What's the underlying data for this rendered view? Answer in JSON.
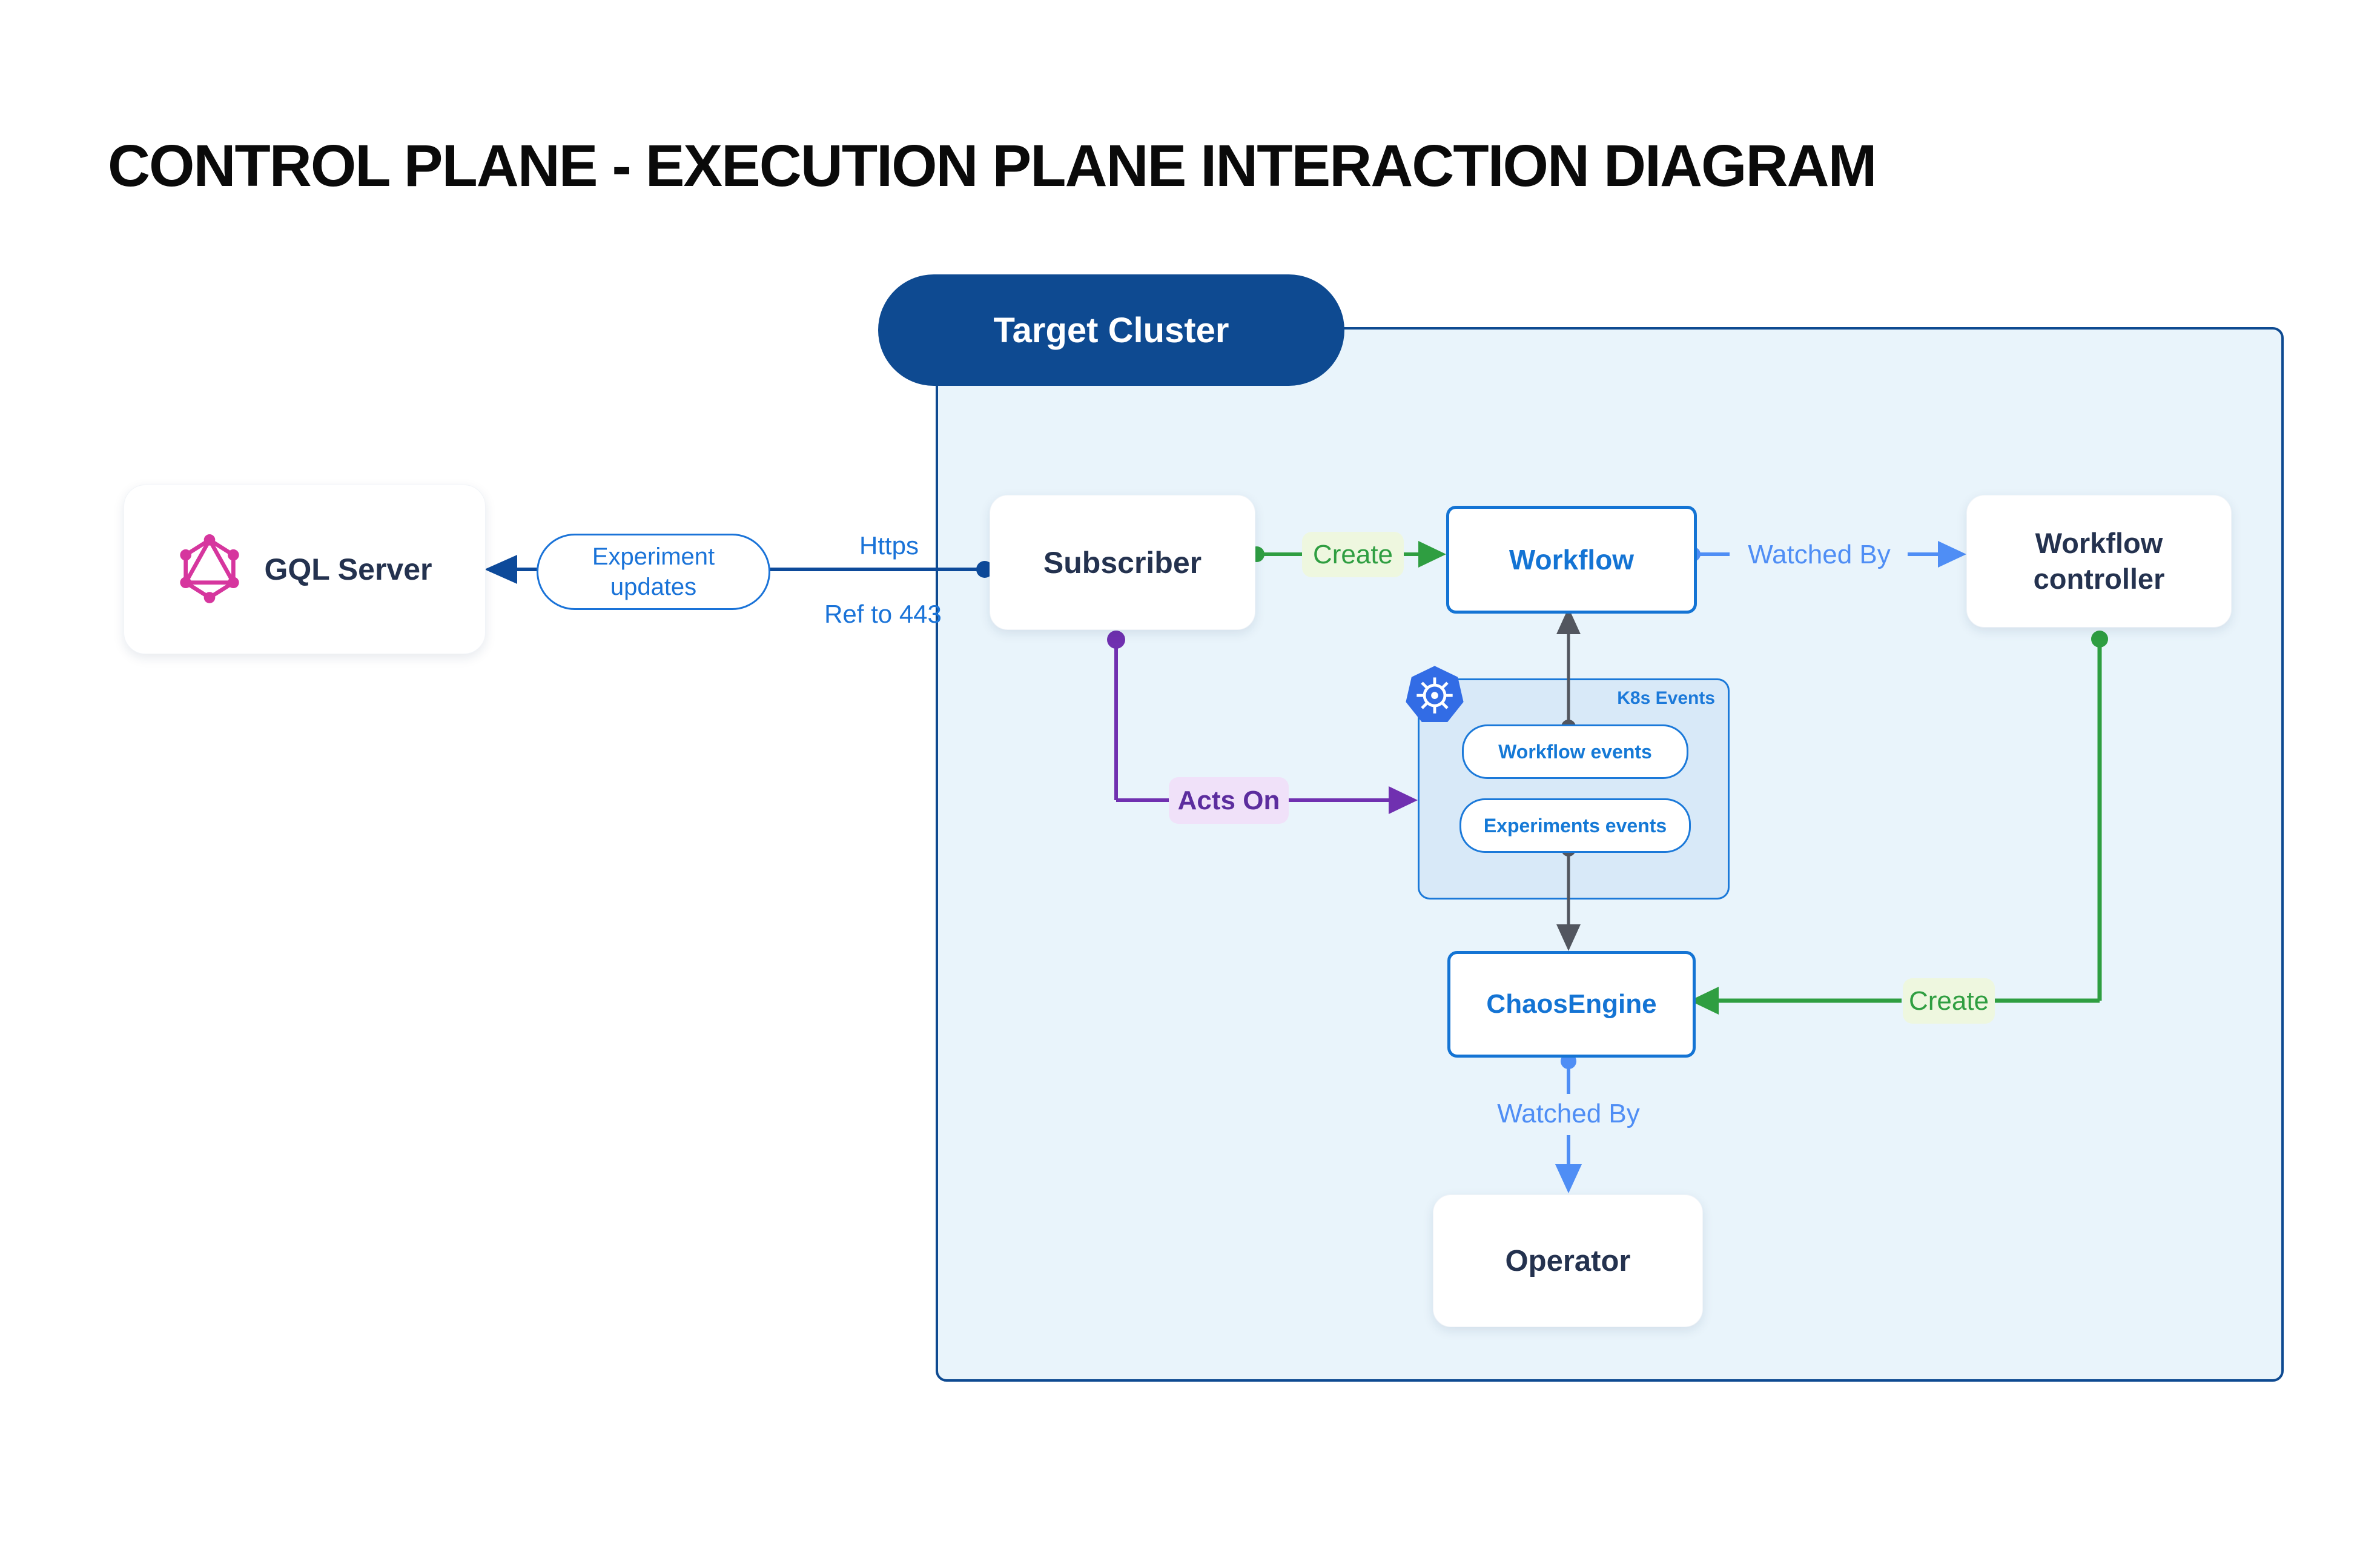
{
  "title": "CONTROL PLANE - EXECUTION PLANE INTERACTION DIAGRAM",
  "target_cluster": {
    "label": "Target Cluster"
  },
  "nodes": {
    "gql_server": {
      "label": "GQL Server",
      "icon": "graphql-logo"
    },
    "subscriber": {
      "label": "Subscriber"
    },
    "workflow": {
      "label": "Workflow"
    },
    "workflow_controller": {
      "label": "Workflow controller"
    },
    "chaos_engine": {
      "label": "ChaosEngine"
    },
    "operator": {
      "label": "Operator"
    }
  },
  "k8s_events": {
    "label": "K8s Events",
    "icon": "kubernetes-logo",
    "pills": [
      "Workflow events",
      "Experiments events"
    ]
  },
  "edges": {
    "experiment_updates": "Experiment updates",
    "https": "Https",
    "ref_port": "Ref to 443",
    "create_workflow": "Create",
    "watched_by_workflow": "Watched By",
    "acts_on": "Acts On",
    "create_chaos": "Create",
    "watched_by_operator": "Watched By"
  },
  "colors": {
    "dark_blue": "#0e4a91",
    "bright_blue": "#1474d4",
    "link_blue": "#1a73d8",
    "light_blue_label": "#4f8ef5",
    "cluster_bg": "#e9f4fb",
    "k8s_box_bg": "#d8e9f8",
    "k8s_border": "#1b79d9",
    "green": "#2f9e41",
    "green_bg": "#eef7df",
    "purple": "#7030b0",
    "purple_text": "#5c2d9e",
    "purple_bg": "#f0e1f9",
    "gray_arrow": "#52565f",
    "navy_text": "#24324f",
    "graphql_pink": "#d6369e",
    "kubernetes_blue": "#326ce5"
  }
}
